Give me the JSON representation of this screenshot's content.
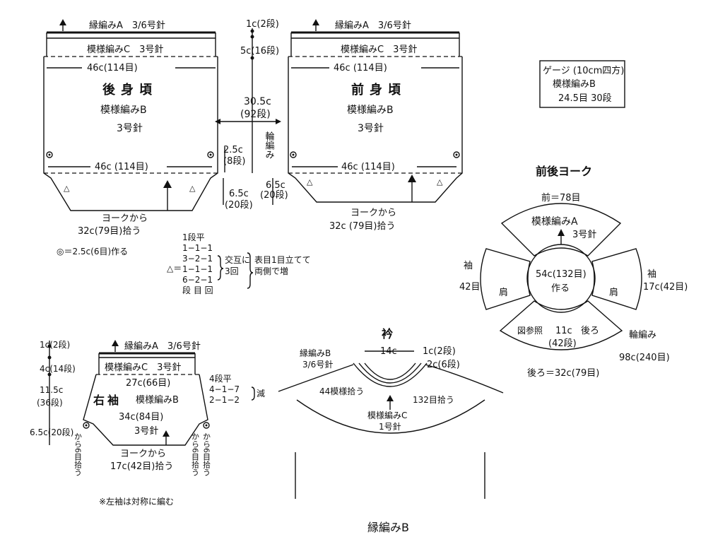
{
  "back_body": {
    "top_label": "縁編みA　3/6号針",
    "band_label": "模様編みC　3号針",
    "top_width": "46c(114目)",
    "title": "後身頃",
    "pattern": "模様編みB",
    "needle": "3号針",
    "bottom_width": "46c (114目)",
    "pickup": "ヨークから",
    "pickup_count": "32c(79目)拾う"
  },
  "front_body": {
    "top_label": "縁編みA　3/6号針",
    "band_label": "模様編みC　3号針",
    "top_width": "46c (114目)",
    "title": "前身頃",
    "pattern": "模様編みB",
    "needle": "3号針",
    "bottom_width": "46c (114目)",
    "pickup": "ヨークから",
    "pickup_count": "32c (79目)拾う"
  },
  "center_dims": {
    "top": "1c(2段)",
    "band": "5c(16段)",
    "body": "30.5c",
    "body_rows": "(92段)",
    "side": "2.5c",
    "side_rows": "(8段)",
    "lower_left": "6.5c",
    "lower_left_rows": "(20段)",
    "lower_right": "6.5c",
    "lower_right_rows": "(20段)",
    "round": "輪編み"
  },
  "notes": {
    "circle_mark": "◎＝2.5c(6目)作る",
    "tri_mark": "△＝",
    "shaping_lines": [
      "1段平",
      "1−1−1",
      "3−2−1",
      "1−1−1",
      "6−2−1",
      "段 目 回"
    ],
    "alternate": "交互に",
    "times": "3回",
    "increase": "表目1目立てて",
    "increase2": "両側で増"
  },
  "gauge": {
    "title": "ゲージ (10cm四方)",
    "pattern": "模様編みB",
    "value": "24.5目 30段"
  },
  "yoke": {
    "title": "前後ヨーク",
    "front": "前＝78目",
    "pattern": "模様編みA",
    "needle": "3号針",
    "center": "54c(132目)",
    "make": "作る",
    "sleeve_left": "袖",
    "sleeve_left_count": "42目",
    "sleeve_right": "袖",
    "sleeve_right_count": "17c(42目)",
    "shoulder_left": "肩",
    "shoulder_right": "肩",
    "ref": "図参照",
    "depth": "11c",
    "depth_rows": "(42段)",
    "back_word": "後ろ",
    "round": "輪編み",
    "outer": "98c(240目)",
    "back": "後ろ＝32c(79目)"
  },
  "sleeve": {
    "top_label": "縁編みA　3/6号針",
    "band_label": "模様編みC　3号針",
    "top_width": "27c(66目)",
    "title": "右袖",
    "pattern": "模様編みB",
    "width": "34c(84目)",
    "needle": "3号針",
    "pickup": "ヨークから",
    "pickup_count": "17c(42目)拾う",
    "dim_top": "1c(2段)",
    "dim_band": "4c(14段)",
    "dim_body": "11.5c",
    "dim_body_rows": "(36段)",
    "dim_bottom": "6.5c(20段)",
    "shaping": [
      "4段平",
      "4−1−7",
      "2−1−2"
    ],
    "decrease": "減",
    "side_left": "から6目拾う",
    "side_right_a": "から6目拾う",
    "side_right_b": "から6目拾う",
    "note": "※左袖は対称に編む"
  },
  "collar": {
    "title": "衿",
    "width": "14c",
    "edge": "縁編みB",
    "edge_needle": "3/6号針",
    "top_rows": "1c(2段)",
    "band_rows": "2c(6段)",
    "pickup_patterns": "44模様拾う",
    "pickup_count": "132目拾う",
    "pattern": "模様編みC",
    "needle": "1号針"
  },
  "footer": {
    "title": "縁編みB"
  }
}
